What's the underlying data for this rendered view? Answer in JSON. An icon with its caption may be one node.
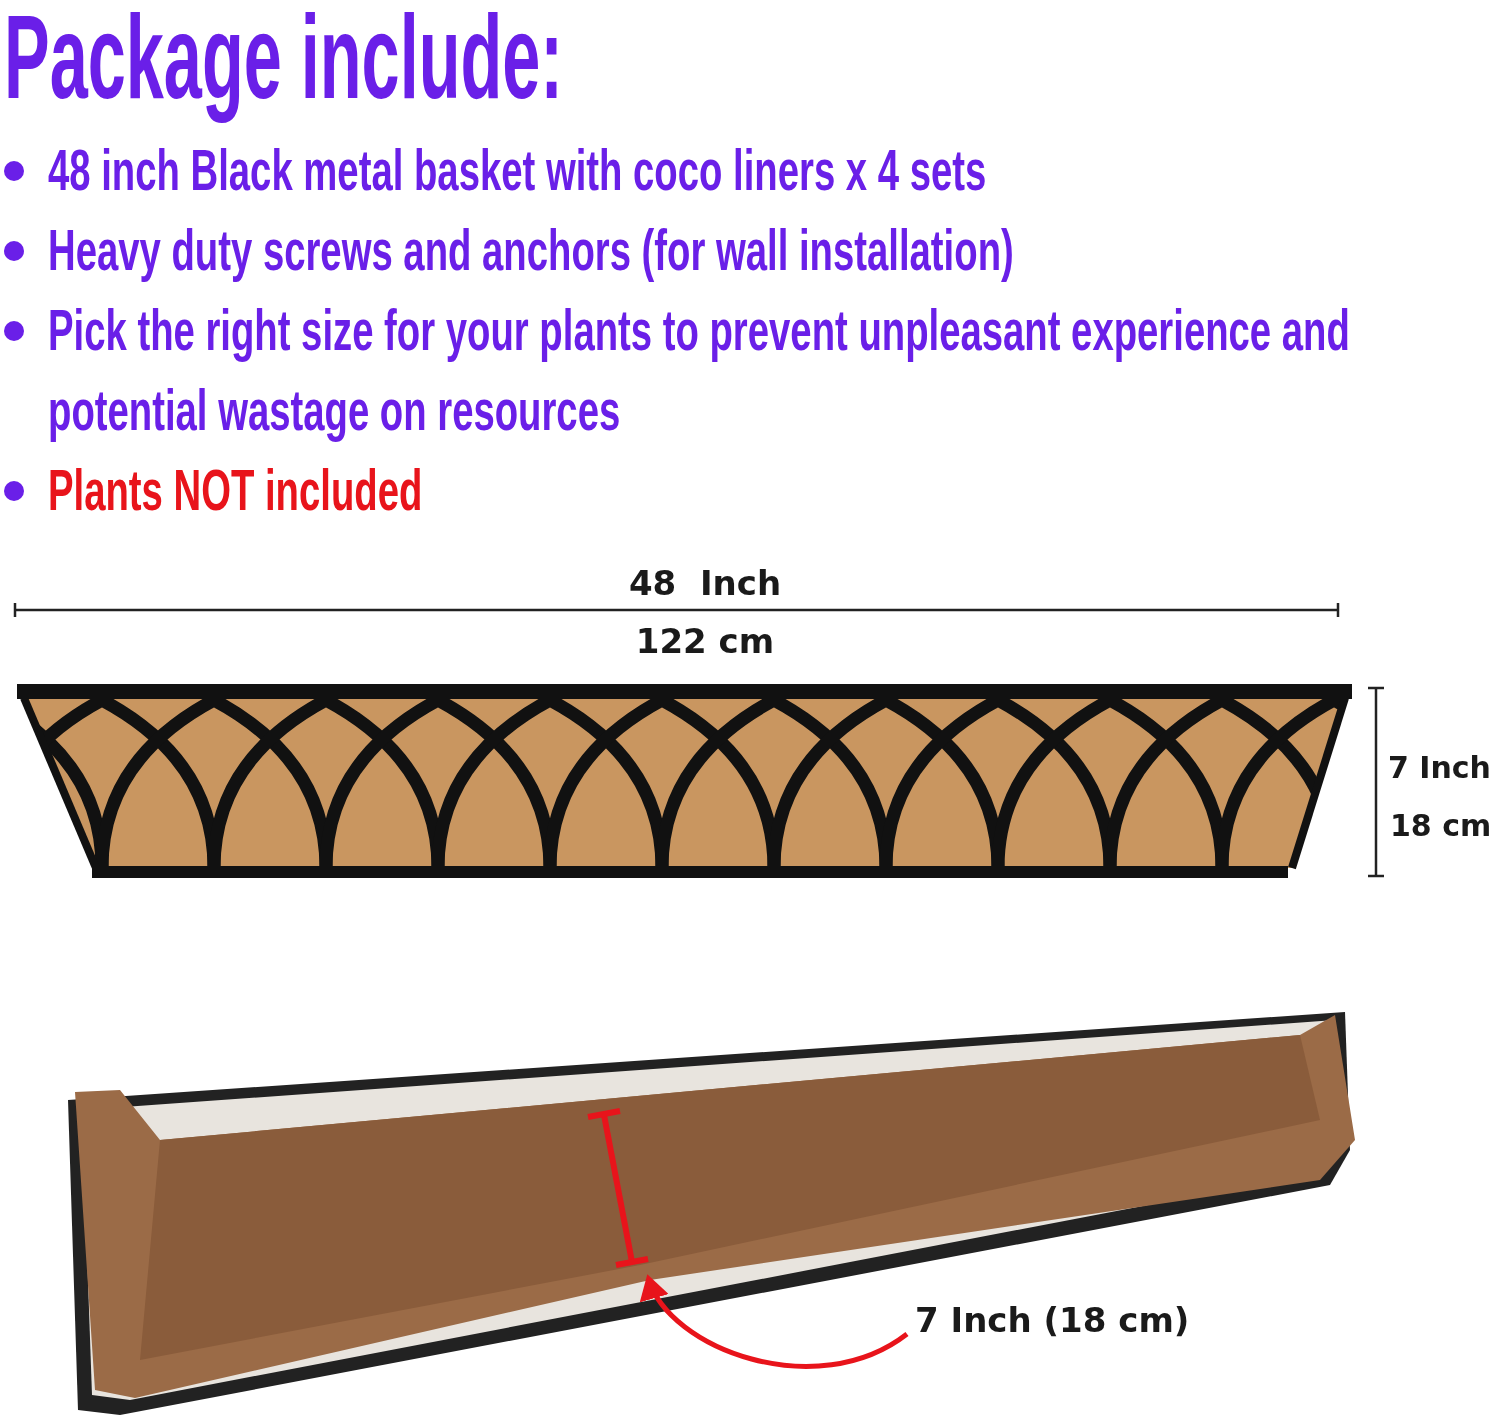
{
  "diagram": {
    "title": "Package include:",
    "nodes": [
      {
        "text": [
          "7 Inch (18 cm)"
        ]
      },
      {
        "text": [],
        "shape": "bar"
      }
    ],
    "edges": [
      {
        "from": 0,
        "to": 1,
        "arrow": "to"
      }
    ],
    "labels": [
      "48 inch Black metal basket with coco liners x 4 sets",
      "Heavy duty screws and anchors (for wall installation)",
      "Pick the right size for your plants to prevent unpleasant experience and potential wastage on resources",
      "Plants NOT included",
      "48  Inch",
      "122 cm",
      "7 Inch",
      "18 cm"
    ]
  }
}
